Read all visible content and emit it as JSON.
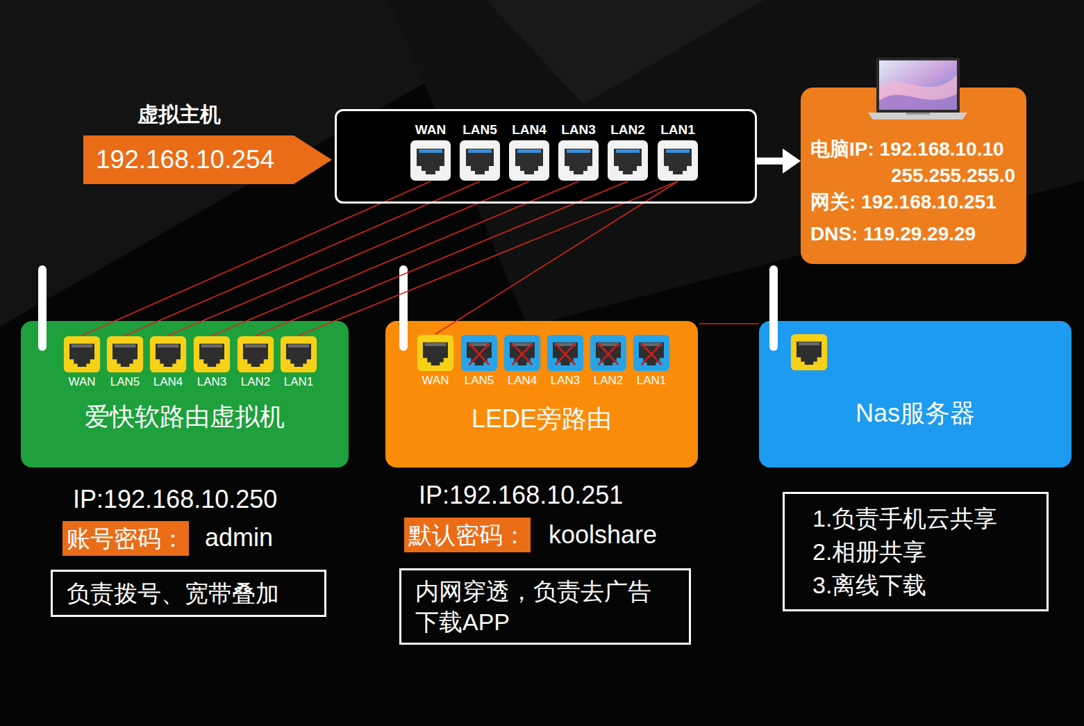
{
  "diagram": {
    "nodes": [
      {
        "text": [
          "虚拟主机",
          "192.168.10.254"
        ]
      },
      {
        "text": []
      },
      {
        "text": [
          "WAN"
        ],
        "in": 1
      },
      {
        "text": [
          "LAN5"
        ],
        "in": 1
      },
      {
        "text": [
          "LAN4"
        ],
        "in": 1
      },
      {
        "text": [
          "LAN3"
        ],
        "in": 1
      },
      {
        "text": [
          "LAN2"
        ],
        "in": 1
      },
      {
        "text": [
          "LAN1"
        ],
        "in": 1
      },
      {
        "text": [
          "电脑IP: 192.168.10.10",
          "255.255.255.0",
          "网关: 192.168.10.251",
          "DNS: 119.29.29.29"
        ]
      },
      {
        "text": [
          "爱快软路由虚拟机"
        ]
      },
      {
        "text": [
          "WAN"
        ],
        "in": 9
      },
      {
        "text": [
          "LAN5"
        ],
        "in": 9
      },
      {
        "text": [
          "LAN4"
        ],
        "in": 9
      },
      {
        "text": [
          "LAN3"
        ],
        "in": 9
      },
      {
        "text": [
          "LAN2"
        ],
        "in": 9
      },
      {
        "text": [
          "LAN1"
        ],
        "in": 9
      },
      {
        "text": [
          "LEDE旁路由"
        ]
      },
      {
        "text": [
          "WAN"
        ],
        "in": 16
      },
      {
        "text": [
          "LAN5"
        ],
        "in": 16
      },
      {
        "text": [
          "LAN4"
        ],
        "in": 16
      },
      {
        "text": [
          "LAN3"
        ],
        "in": 16
      },
      {
        "text": [
          "LAN2"
        ],
        "in": 16
      },
      {
        "text": [
          "LAN1"
        ],
        "in": 16
      },
      {
        "text": [
          "Nas服务器"
        ]
      },
      {
        "text": [
          "负责拨号、宽带叠加"
        ]
      },
      {
        "text": [
          "内网穿透，负责去广告下载APP"
        ]
      },
      {
        "text": [
          "1.负责手机云共享",
          "2.相册共享",
          "3.离线下载"
        ]
      }
    ],
    "edges": [
      {
        "from": 1,
        "to": 8,
        "arrow": "to"
      },
      {
        "from": 2,
        "to": 10,
        "arrow": "none"
      },
      {
        "from": 3,
        "to": 11,
        "arrow": "none"
      },
      {
        "from": 4,
        "to": 12,
        "arrow": "none"
      },
      {
        "from": 5,
        "to": 13,
        "arrow": "none"
      },
      {
        "from": 6,
        "to": 14,
        "arrow": "none"
      },
      {
        "from": 7,
        "to": 15,
        "arrow": "none"
      },
      {
        "from": 7,
        "to": 17,
        "arrow": "none"
      },
      {
        "from": 7,
        "to": 23,
        "arrow": "none"
      }
    ],
    "labels": [
      "IP:192.168.10.250",
      "账号密码：",
      "admin",
      "IP:192.168.10.251",
      "默认密码：",
      "koolshare"
    ]
  }
}
